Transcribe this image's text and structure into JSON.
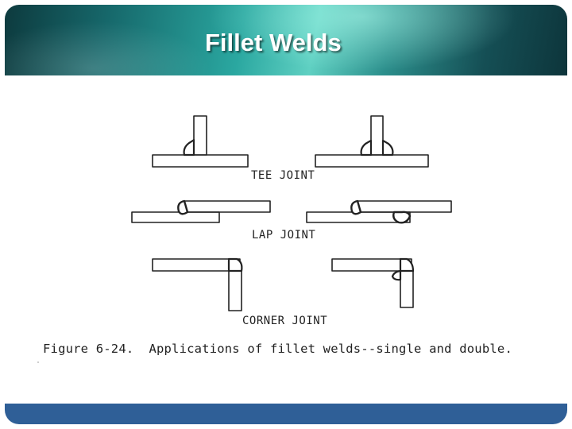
{
  "slide": {
    "title": "Fillet Welds"
  },
  "figure": {
    "labels": {
      "tee": "TEE JOINT",
      "lap": "LAP JOINT",
      "corner": "CORNER JOINT"
    },
    "caption": "Figure 6-24.  Applications of fillet welds--single and double."
  },
  "colors": {
    "header_dark": "#0d3a3e",
    "header_light": "#5fd0c2",
    "footer": "#2f5f97",
    "line_art": "#222222"
  }
}
